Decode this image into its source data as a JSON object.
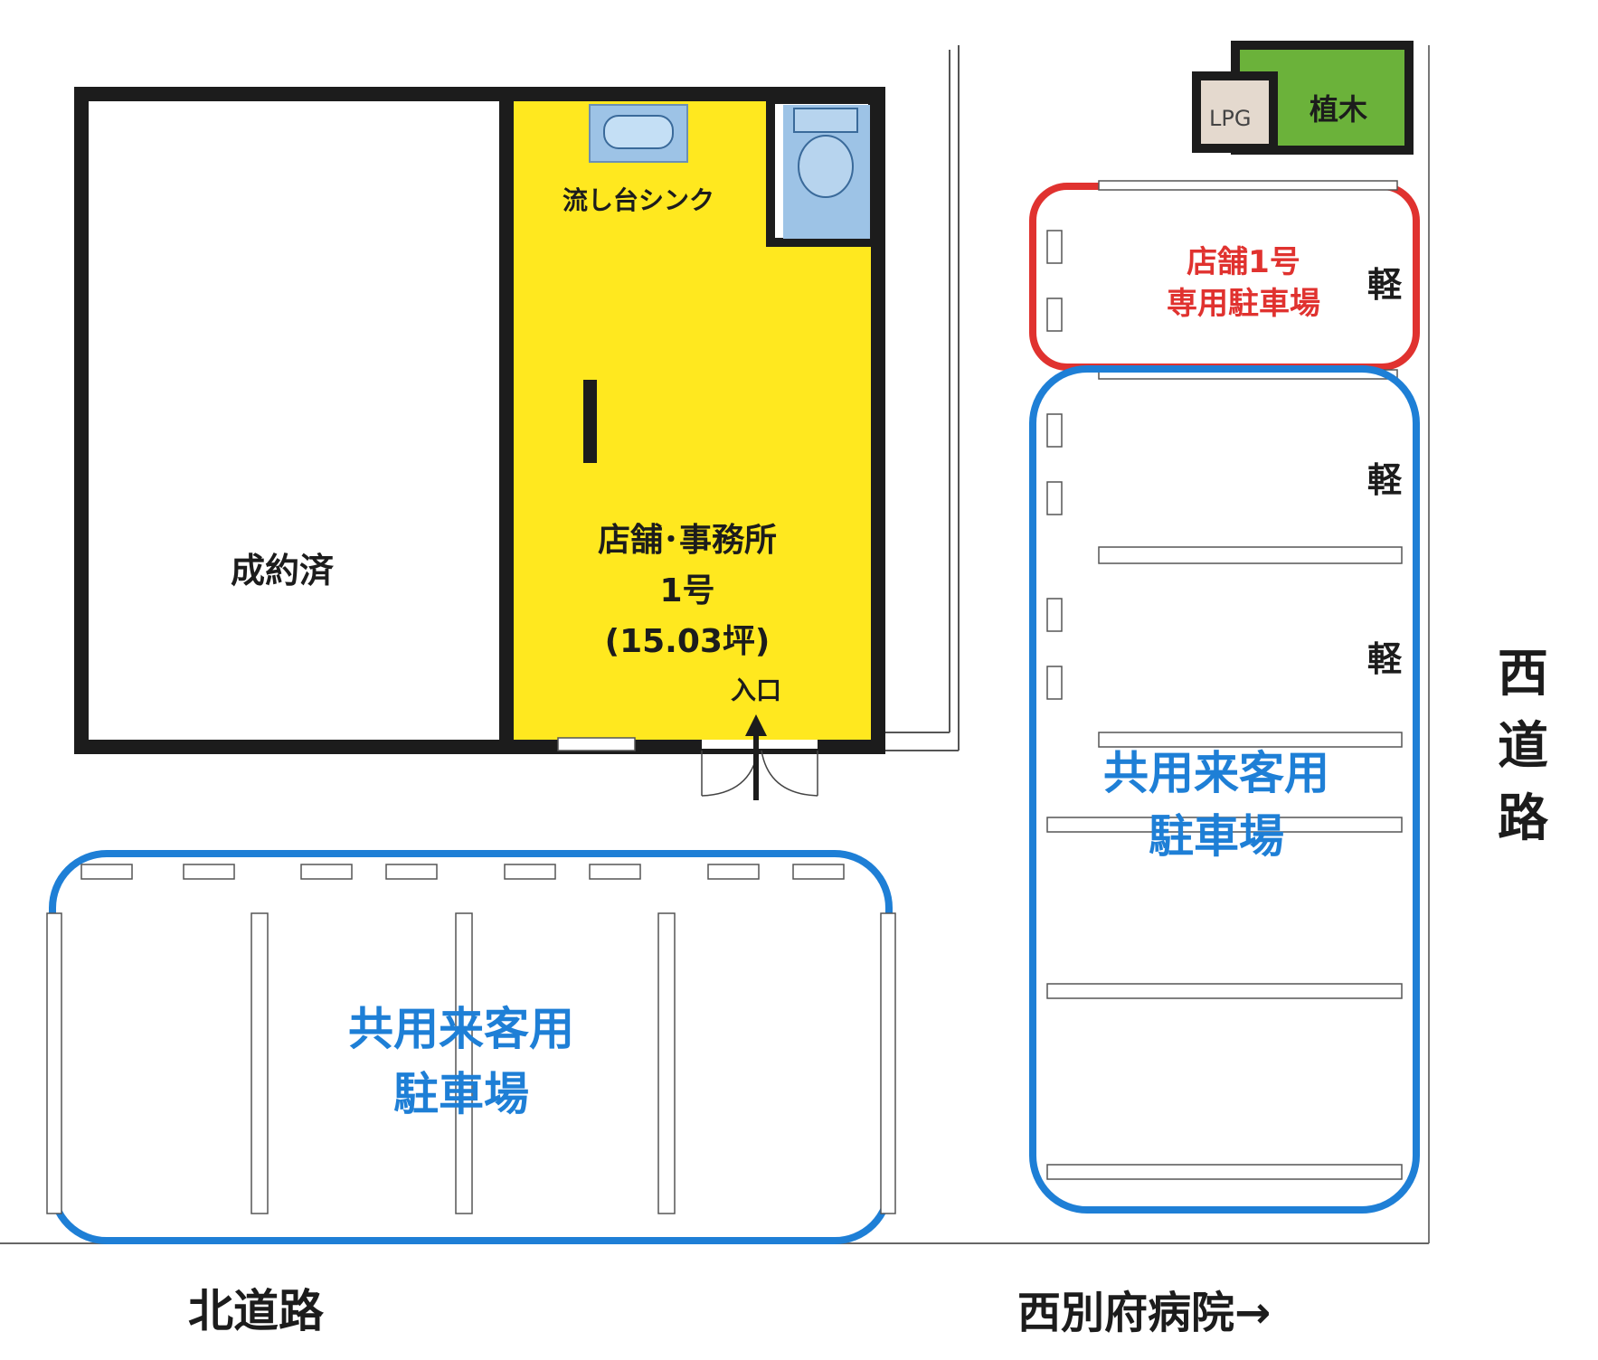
{
  "rooms": {
    "sold_label": "成約済",
    "shop_name": "店舗･事務所",
    "shop_number": "1号",
    "shop_area": "(15.03坪)",
    "sink_label": "流し台シンク",
    "entrance_label": "入口"
  },
  "outdoor": {
    "lpg_label": "LPG",
    "plants_label": "植木"
  },
  "parking": {
    "dedicated_line1": "店舗1号",
    "dedicated_line2": "専用駐車場",
    "shared_line1": "共用来客用",
    "shared_line2": "駐車場",
    "kei_label": "軽"
  },
  "roads": {
    "west_road_chars": [
      "西",
      "道",
      "路"
    ],
    "north_road": "北道路",
    "hospital_direction": "西別府病院→"
  },
  "colors": {
    "shop_fill": "#ffe81f",
    "plants_fill": "#6bb23a",
    "dedicated_parking": "#e0322f",
    "shared_parking": "#1e7fd6",
    "fixture_blue": "#9dc3e6"
  }
}
